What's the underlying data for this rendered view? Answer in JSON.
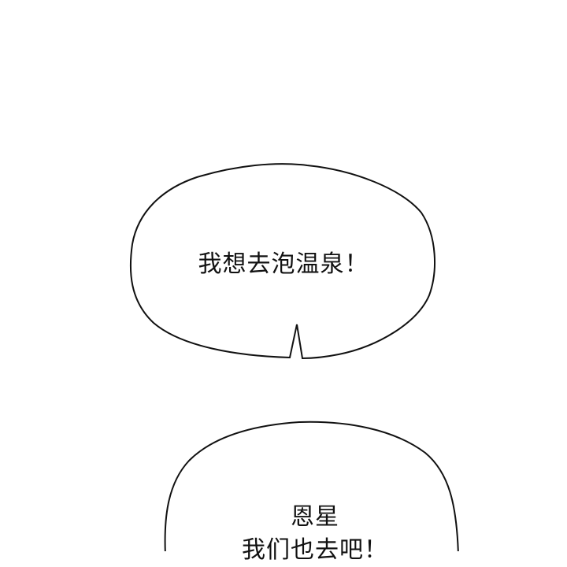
{
  "comic": {
    "bubbles": [
      {
        "id": "bubble-1",
        "lines": [
          "我想去泡温泉！"
        ]
      },
      {
        "id": "bubble-2",
        "lines": [
          "恩星",
          "我们也去吧！"
        ]
      }
    ],
    "colors": {
      "background": "#ffffff",
      "outline": "#111111",
      "text": "#111111"
    }
  }
}
